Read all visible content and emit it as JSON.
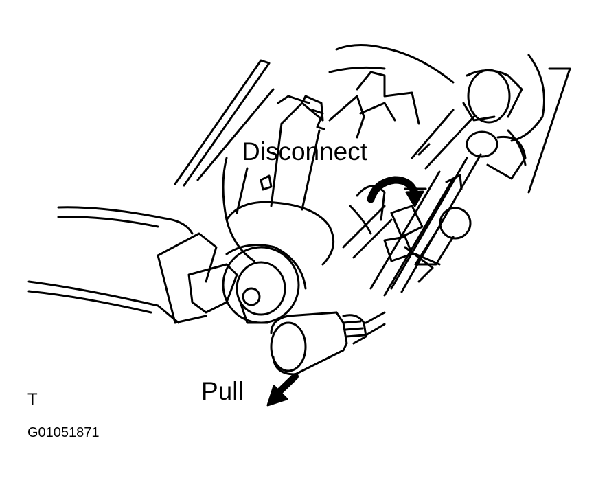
{
  "figure": {
    "callouts": {
      "disconnect": "Disconnect",
      "pull": "Pull"
    },
    "marker": "T",
    "figure_code": "G01051871"
  },
  "colors": {
    "ink": "#000000",
    "paper": "#ffffff"
  },
  "icons": {
    "rotate_arrow": "rotate-arrow-icon",
    "pull_arrow": "pull-arrow-icon"
  }
}
